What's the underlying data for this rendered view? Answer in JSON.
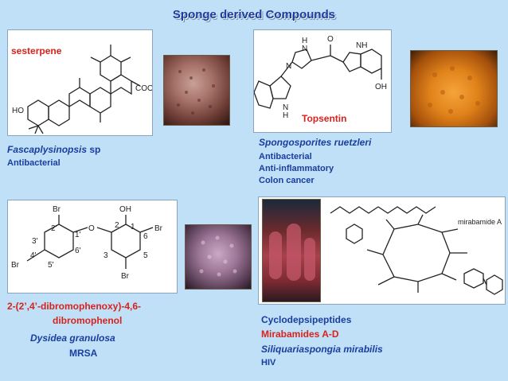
{
  "title": "Sponge derived Compounds",
  "panel1": {
    "label": "sesterpene",
    "atom_cooh": "COOH",
    "atom_ho": "HO"
  },
  "panel2": {
    "label": "Topsentin",
    "atom_h": "H",
    "atom_n": "N",
    "atom_nh": "NH",
    "atom_oh": "OH",
    "atom_o": "O"
  },
  "panel3": {
    "atoms": {
      "br": "Br",
      "oh": "OH",
      "o": "O"
    },
    "locants": {
      "l1p": "1'",
      "l2p": "2'",
      "l3p": "3'",
      "l4p": "4'",
      "l5p": "5'",
      "l6p": "6'",
      "l1": "1",
      "l2": "2",
      "l3": "3",
      "l5": "5",
      "l6": "6"
    }
  },
  "panel4": {
    "label": "mirabamide A"
  },
  "sec1": {
    "species": "Fascaplysinopsis",
    "species_suffix": " sp",
    "activity": "Antibacterial"
  },
  "sec2": {
    "species": "Spongosporites ruetzleri",
    "activities": [
      "Antibacterial",
      "Anti-inflammatory",
      "Colon cancer"
    ]
  },
  "sec3": {
    "compound_line1": "2-(2’,4’-dibromophenoxy)-4,6-",
    "compound_line2": "dibromophenol",
    "species": "Dysidea granulosa",
    "activity": "MRSA"
  },
  "sec4": {
    "class": "Cyclodepsipeptides",
    "compounds": "Mirabamides A-D",
    "species": "Siliquariaspongia mirabilis",
    "activity": "HIV"
  },
  "colors": {
    "background": "#bfe0f7",
    "title": "#1a3d9e",
    "red_label": "#d8231c",
    "blue_label": "#1a3d9e"
  }
}
